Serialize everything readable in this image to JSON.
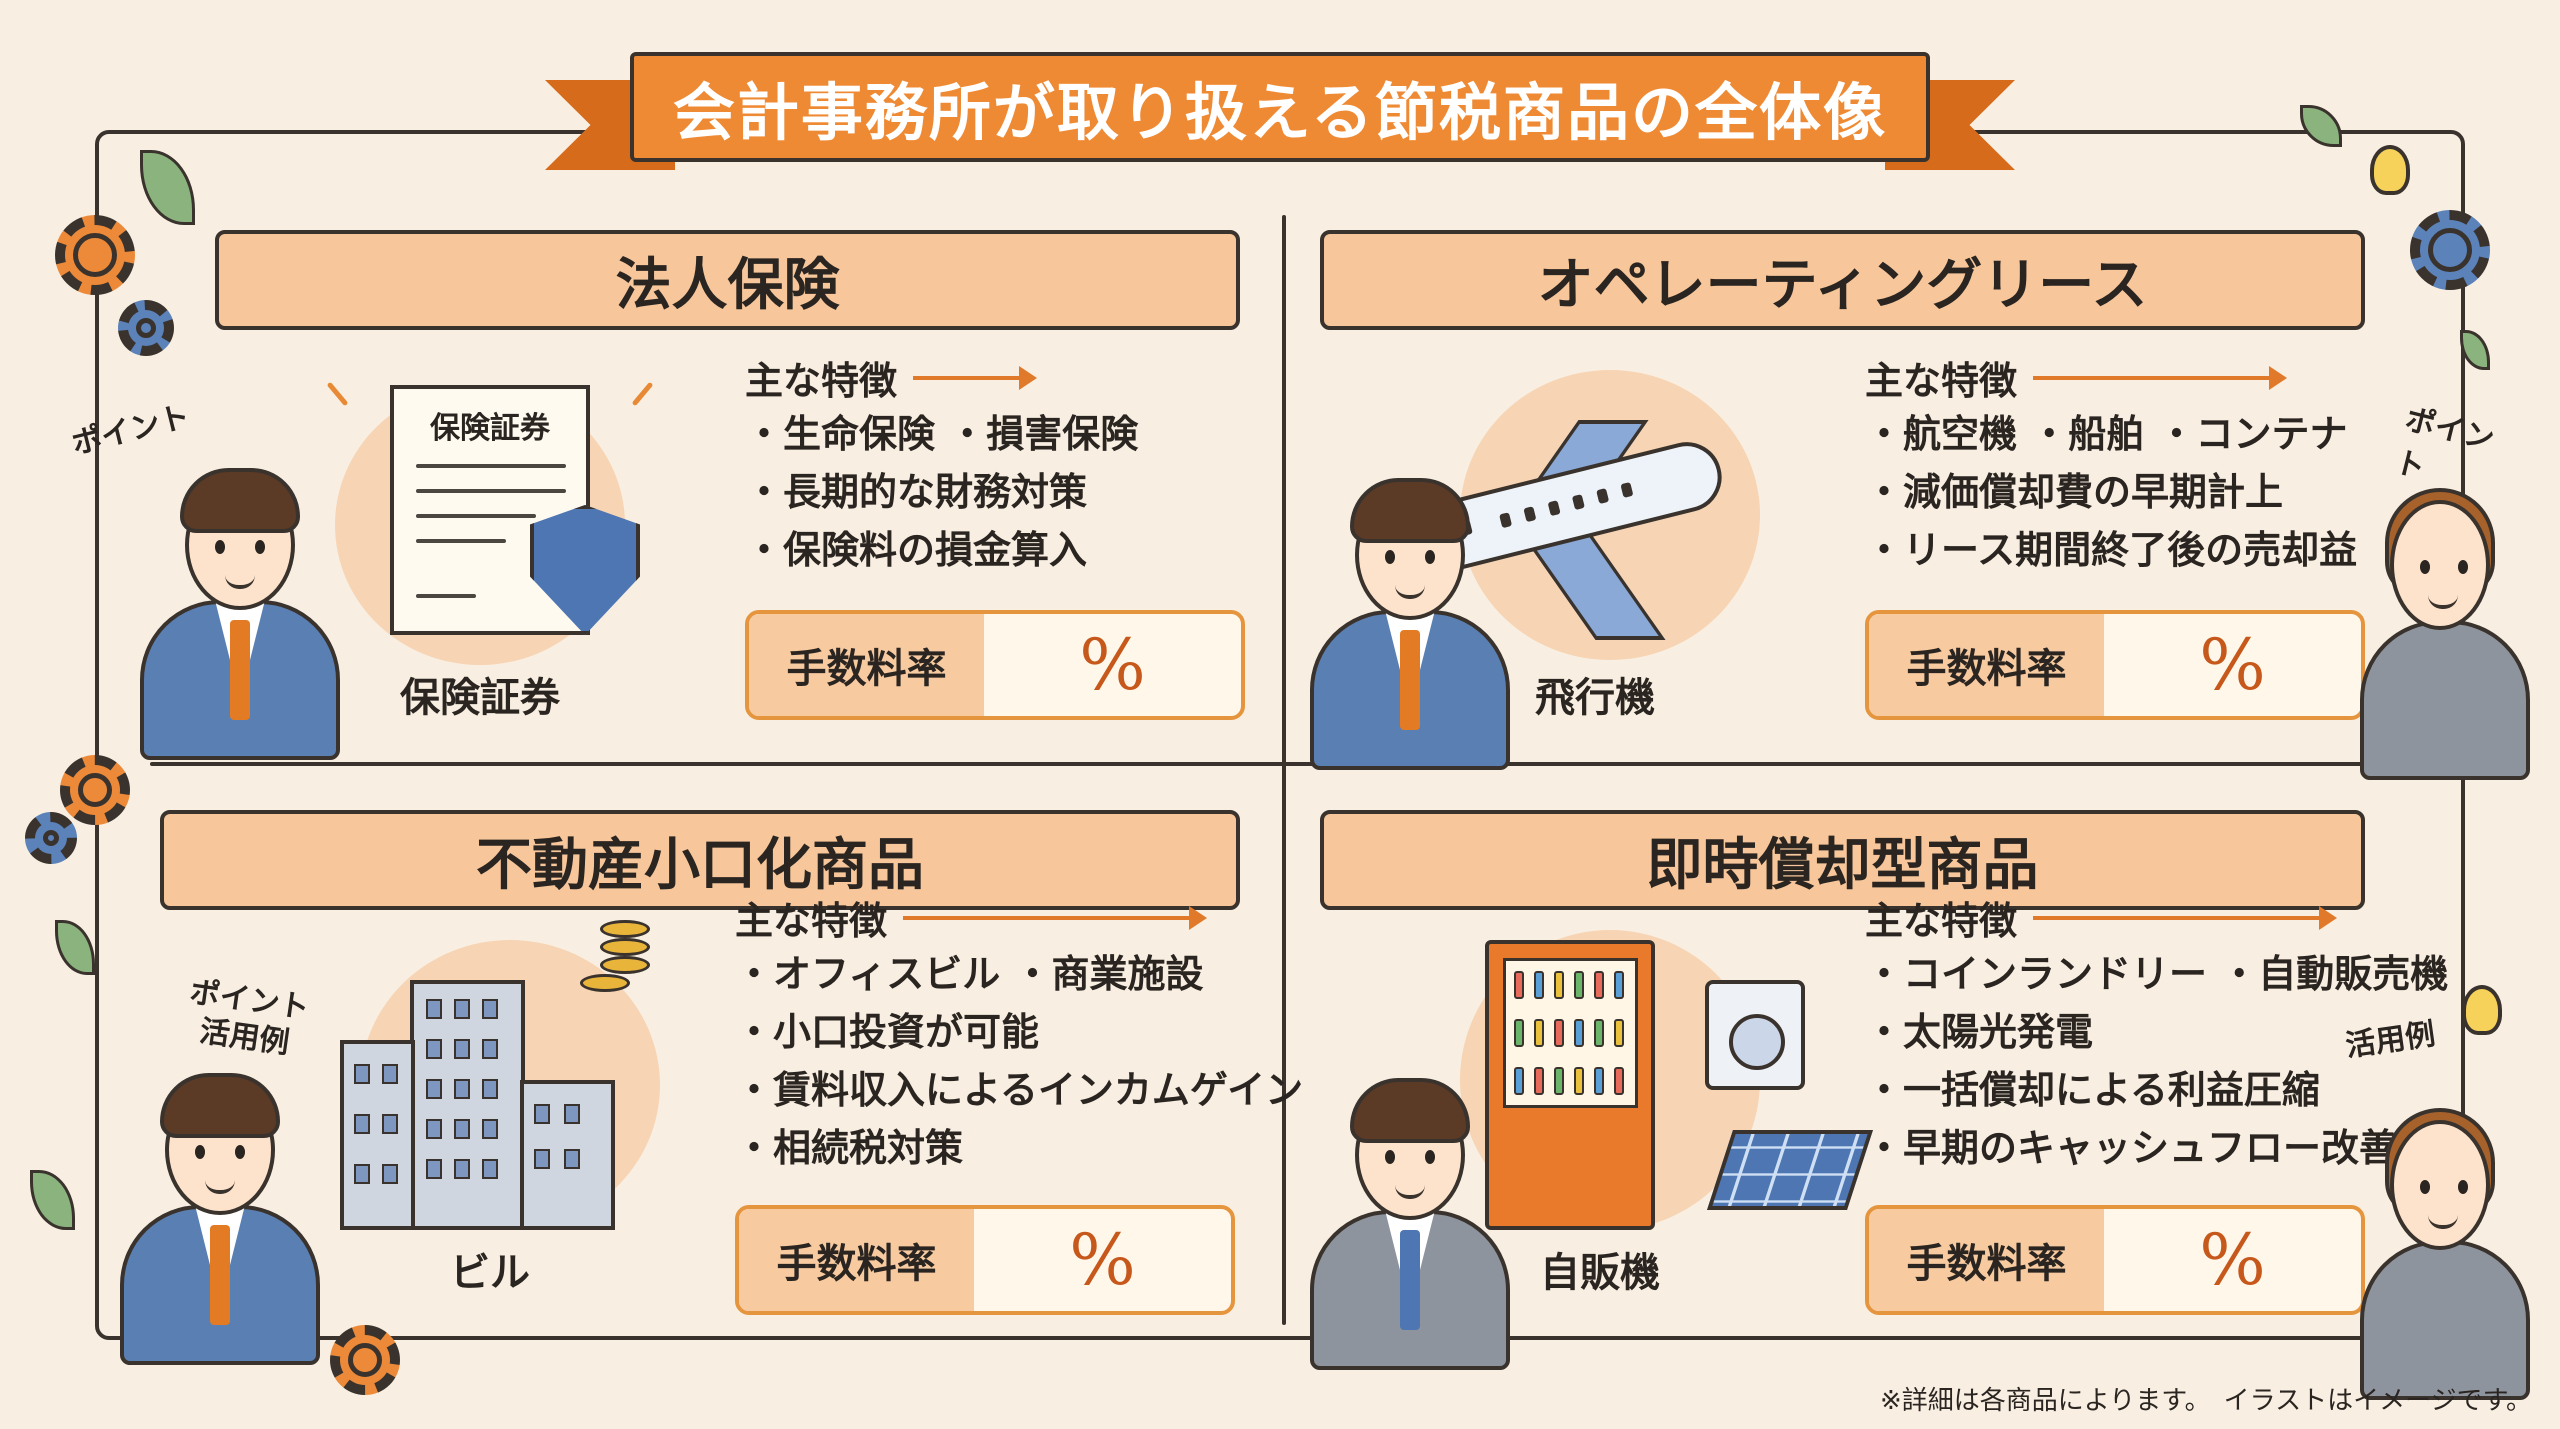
{
  "title": "会計事務所が取り扱える節税商品の全体像",
  "feature_heading": "主な特徴",
  "fee_label": "手数料率",
  "fee_value": "%",
  "sections": [
    {
      "name": "法人保険",
      "features": [
        "生命保険 ・損害保険",
        "長期的な財務対策",
        "保険料の損金算入"
      ],
      "illustration_label": "保険証券",
      "certificate_text": "保険証券",
      "tag": "ポイント"
    },
    {
      "name": "オペレーティングリース",
      "features": [
        "航空機 ・船舶 ・コンテナ",
        "減価償却費の早期計上",
        "リース期間終了後の売却益"
      ],
      "illustration_label": "飛行機",
      "tag": "ポイント"
    },
    {
      "name": "不動産小口化商品",
      "features": [
        "オフィスビル ・商業施設",
        "小口投資が可能",
        "賃料収入によるインカムゲイン",
        "相続税対策"
      ],
      "illustration_label": "ビル",
      "tag": "ポイント",
      "tag2": "活用例"
    },
    {
      "name": "即時償却型商品",
      "features": [
        "コインランドリー ・自動販売機",
        "太陽光発電",
        "一括償却による利益圧縮",
        "早期のキャッシュフロー改善"
      ],
      "illustration_label": "自販機",
      "tag": "活用例"
    }
  ],
  "footnote": "※詳細は各商品によります。　イラストはイメージです。",
  "colors": {
    "accent": "#ef8a34",
    "header_fill": "#f7c79b",
    "ink": "#3a332d",
    "background": "#f8efe2"
  }
}
